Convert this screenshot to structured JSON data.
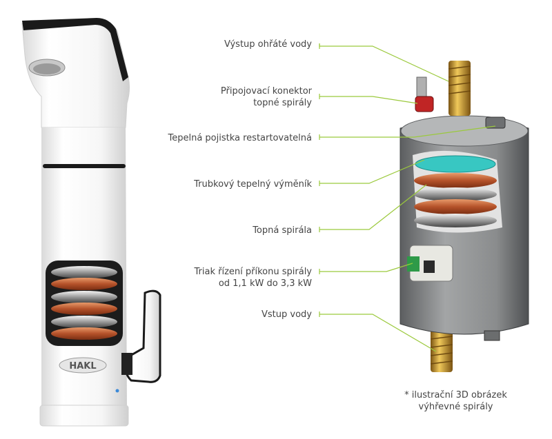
{
  "brand": "HAKL",
  "labels": [
    {
      "id": "vystup",
      "text": "Výstup ohřáté vody"
    },
    {
      "id": "konektor",
      "line1": "Připojovací konektor",
      "line2": "topné spirály"
    },
    {
      "id": "pojistka",
      "text": "Tepelná pojistka restartovatelná"
    },
    {
      "id": "vymenik",
      "text": "Trubkový tepelný výměník"
    },
    {
      "id": "spirala",
      "text": "Topná spirála"
    },
    {
      "id": "triak",
      "line1": "Triak řízení příkonu spirály",
      "line2": "od 1,1 kW do 3,3 kW"
    },
    {
      "id": "vstup",
      "text": "Vstup vody"
    }
  ],
  "note": {
    "line1": "* ilustrační 3D obrázek",
    "line2": "výhřevné spirály"
  },
  "colors": {
    "leader": "#9bc93c",
    "copper": "#c4602f",
    "brass": "#c9972e",
    "body": "#8a8c8d",
    "white": "#f4f4f4"
  }
}
